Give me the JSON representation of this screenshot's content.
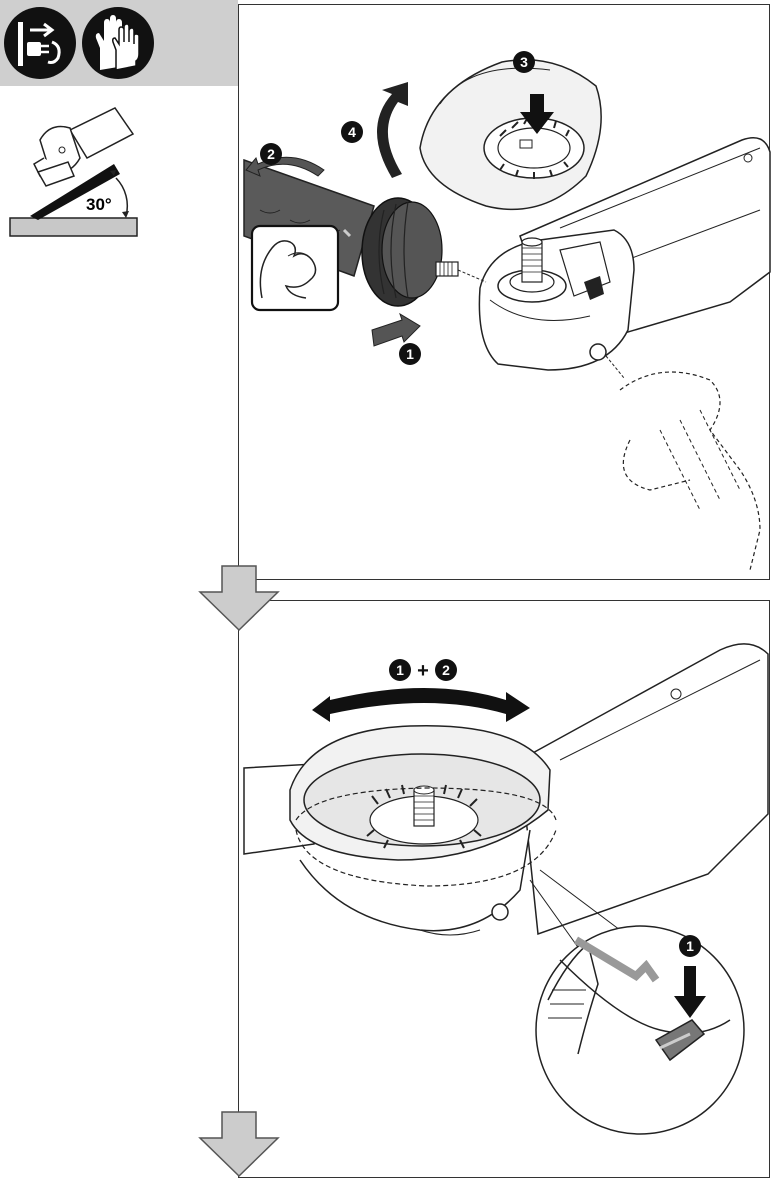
{
  "side_figure": {
    "angle_label": "30°"
  },
  "step_labels": {
    "remove_handle": "1",
    "rotate_handle": "2",
    "press_lever": "3",
    "turn_guard": "4"
  },
  "panel_2": {
    "rotate_label_a": "1",
    "plus": "+",
    "rotate_label_b": "2",
    "lever_label": "1"
  },
  "icons": [
    "unplug-icon",
    "gloves-icon"
  ],
  "colors": {
    "band": "#cfcfcf",
    "arrow_fill": "#cccccc",
    "line": "#222222",
    "badge": "#111111"
  }
}
